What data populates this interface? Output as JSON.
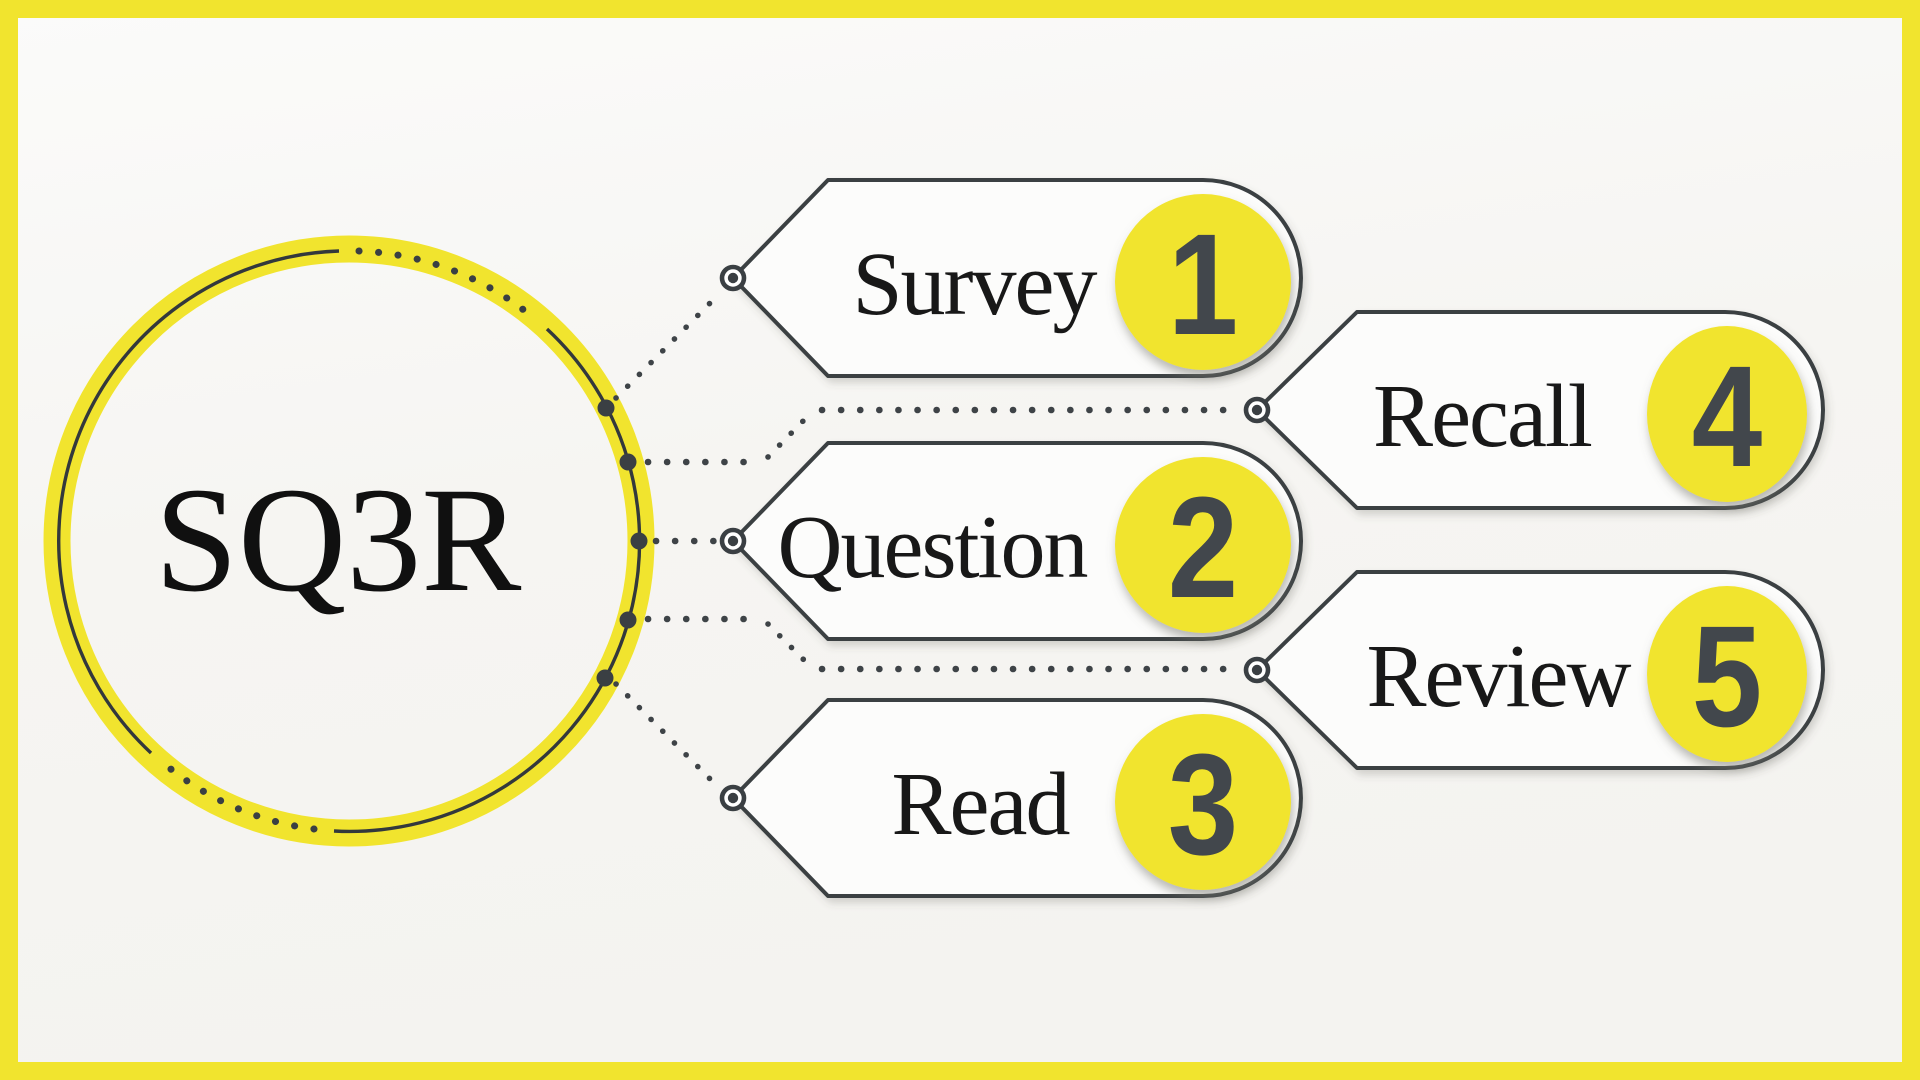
{
  "title": "SQ3R",
  "steps": [
    {
      "label": "Survey",
      "number": "1"
    },
    {
      "label": "Question",
      "number": "2"
    },
    {
      "label": "Read",
      "number": "3"
    },
    {
      "label": "Recall",
      "number": "4"
    },
    {
      "label": "Review",
      "number": "5"
    }
  ],
  "colors": {
    "yellow": "#F1E42E",
    "outline": "#3A3F43",
    "number": "#42474C",
    "label_text": "#181818",
    "background": "#F6F5F2"
  }
}
